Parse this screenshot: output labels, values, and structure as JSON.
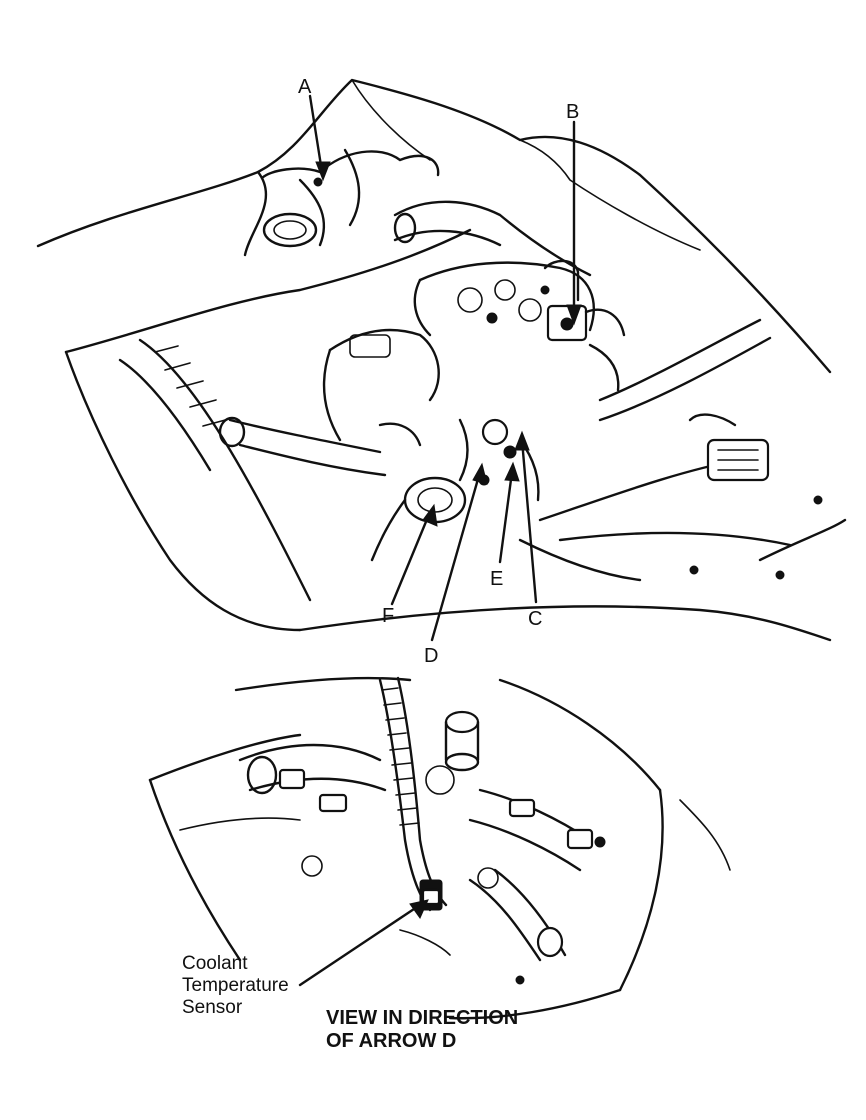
{
  "labels": {
    "a": "A",
    "b": "B",
    "c": "C",
    "d": "D",
    "e": "E",
    "f": "F"
  },
  "callout": {
    "line1": "Coolant",
    "line2": "Temperature",
    "line3": "Sensor"
  },
  "view_title": {
    "line1": "VIEW IN DIRECTION",
    "line2": "OF ARROW D"
  },
  "colors": {
    "ink": "#111111",
    "paper": "#ffffff"
  }
}
